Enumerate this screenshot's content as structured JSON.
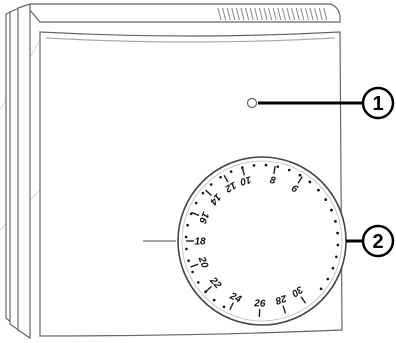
{
  "callouts": [
    {
      "number": "1",
      "target": "indicator-led"
    },
    {
      "number": "2",
      "target": "temperature-dial"
    }
  ],
  "dial": {
    "scale": [
      "10",
      "12",
      "14",
      "16",
      "18",
      "20",
      "22",
      "24",
      "26",
      "28",
      "30"
    ],
    "extra_labels": [
      "8",
      "6"
    ]
  },
  "colors": {
    "line": "#000000",
    "body": "#ffffff",
    "edge": "#777777"
  }
}
